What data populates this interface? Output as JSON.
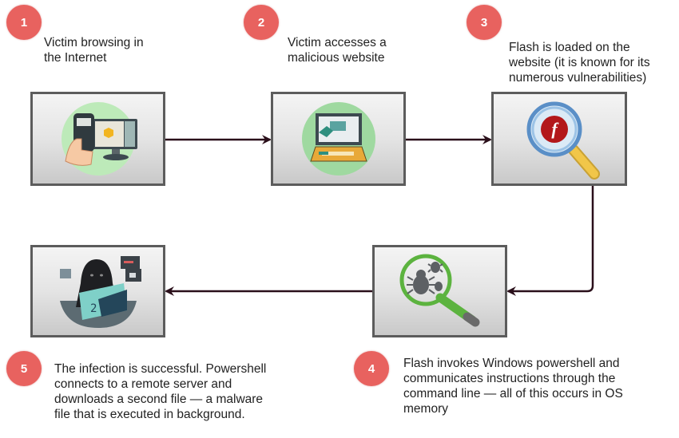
{
  "title": "Fileless malware infection flow via Flash and PowerShell",
  "steps": [
    {
      "number": "1",
      "text_lines": [
        "Victim browsing in",
        "the Internet"
      ],
      "icon": "phone-browsing-icon"
    },
    {
      "number": "2",
      "text_lines": [
        "Victim accesses a",
        "malicious website"
      ],
      "icon": "laptop-icon"
    },
    {
      "number": "3",
      "text_lines": [
        "Flash is loaded on the",
        "website (it is known for its",
        "numerous vulnerabilities)"
      ],
      "icon": "flash-magnifier-icon"
    },
    {
      "number": "4",
      "text_lines": [
        "Flash invokes Windows powershell and",
        "communicates instructions through the",
        "command line — all of this occurs in OS",
        "memory"
      ],
      "icon": "bug-magnifier-icon"
    },
    {
      "number": "5",
      "text_lines": [
        "The infection is successful. Powershell",
        "connects to a remote server and",
        "downloads a second file — a malware",
        "file that is executed in background."
      ],
      "icon": "hacker-icon"
    }
  ],
  "flow": [
    "1",
    "2",
    "3",
    "4",
    "5"
  ],
  "colors": {
    "badge": "#e8625f",
    "arrow": "#2a0f1a",
    "box_border": "#5c5c5c",
    "icon_green": "#5cb33f",
    "icon_bg_green": "#bdeab9",
    "flash_red": "#b3181b"
  }
}
